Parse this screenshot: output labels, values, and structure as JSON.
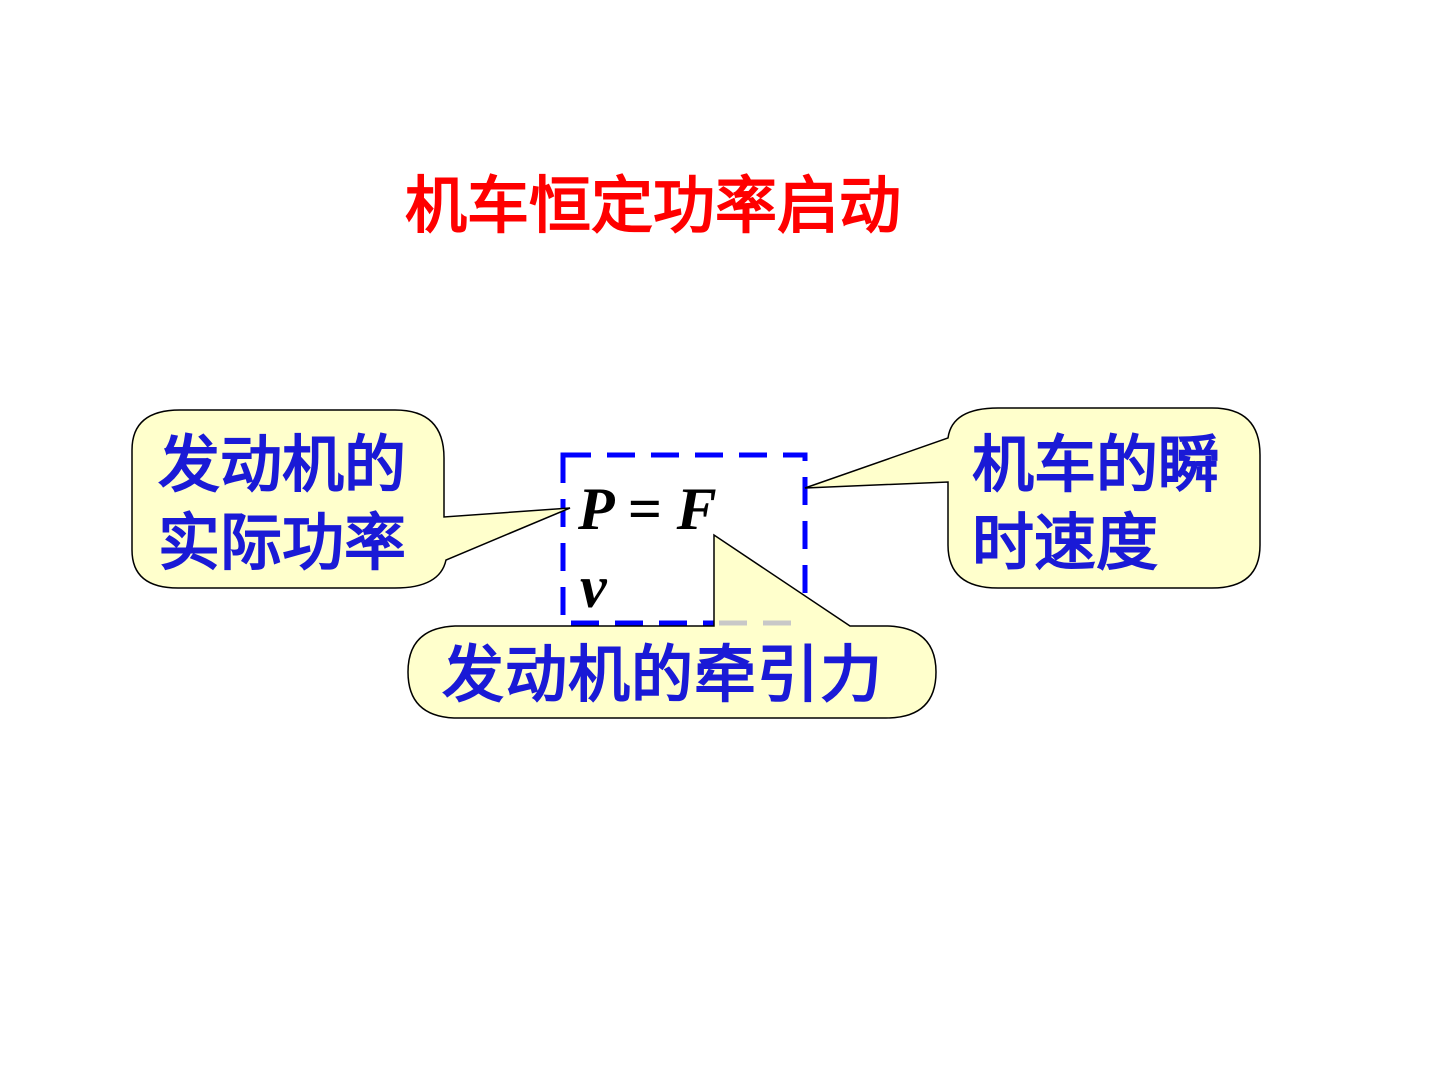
{
  "title": "机车恒定功率启动",
  "formula": {
    "line1": "P = F",
    "line2": "v"
  },
  "callouts": {
    "actual_power": [
      "发动机的",
      "实际功率"
    ],
    "instant_speed": [
      "机车的瞬",
      "时速度"
    ],
    "traction_force": "发动机的牵引力"
  },
  "colors": {
    "title": "#ff0000",
    "callout_text": "#1a1ad6",
    "callout_fill": "#ffffcc",
    "formula_box_border": "#0000ff"
  }
}
